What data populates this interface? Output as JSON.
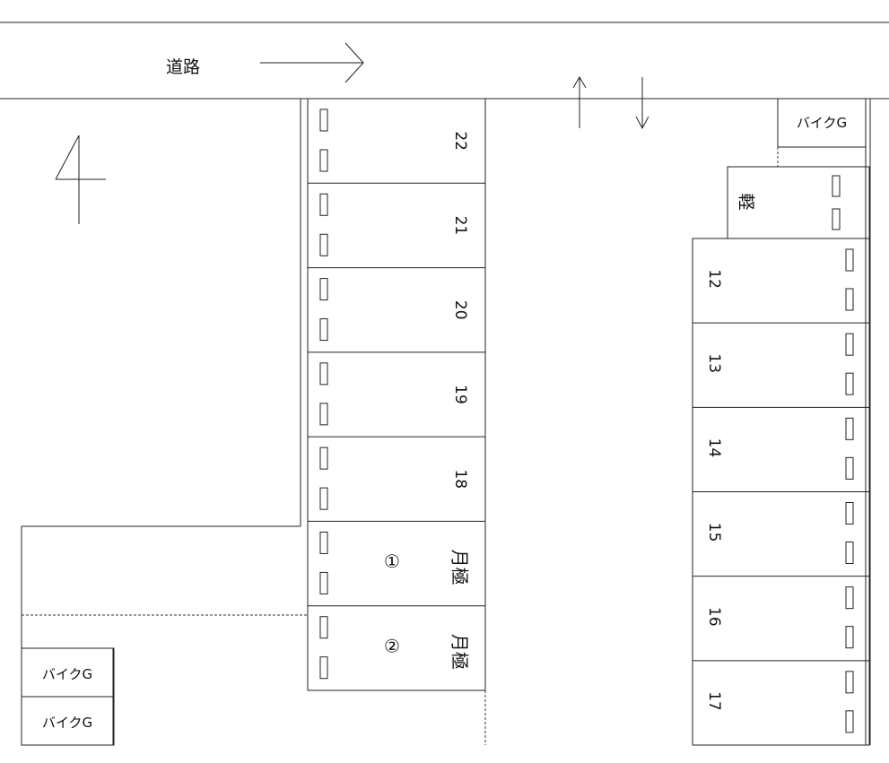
{
  "road": {
    "label": "道路"
  },
  "spaces_middle": [
    {
      "number": "22",
      "note": ""
    },
    {
      "number": "21",
      "note": ""
    },
    {
      "number": "20",
      "note": ""
    },
    {
      "number": "19",
      "note": ""
    },
    {
      "number": "18",
      "note": ""
    },
    {
      "number": "①",
      "note": "月極"
    },
    {
      "number": "②",
      "note": "月極"
    }
  ],
  "spaces_right": [
    {
      "number": "12"
    },
    {
      "number": "13"
    },
    {
      "number": "14"
    },
    {
      "number": "15"
    },
    {
      "number": "16"
    },
    {
      "number": "17"
    }
  ],
  "kei_space": {
    "label": "軽"
  },
  "bike_garages": [
    {
      "label": "バイクG",
      "location": "top-right"
    },
    {
      "label": "バイクG",
      "location": "bottom-left-upper"
    },
    {
      "label": "バイクG",
      "location": "bottom-left-lower"
    }
  ]
}
